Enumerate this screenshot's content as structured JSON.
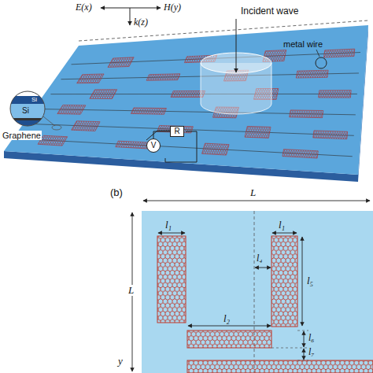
{
  "diagram": {
    "nodes": [
      {
        "text": [
          "R"
        ]
      },
      {
        "text": [
          "V"
        ]
      }
    ],
    "edges": [
      {
        "from": 1,
        "to": 0,
        "arrow": "none"
      }
    ],
    "labels": [
      "E(x)",
      "k(z)",
      "H(y)",
      "Incident wave",
      "metal wire",
      "Graphene",
      "Si",
      "Si",
      "(b)",
      "L",
      "L",
      "l₁",
      "l₁",
      "l₄",
      "l₅",
      "l₂",
      "l₆",
      "l₇",
      "y"
    ]
  }
}
